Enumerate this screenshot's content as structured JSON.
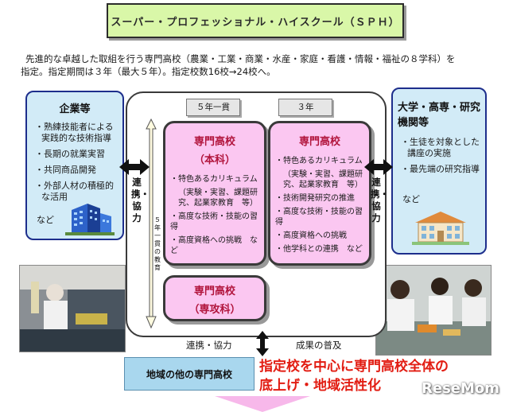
{
  "title": "スーパー・プロフェッショナル・ハイスクール（ＳＰＨ）",
  "intro": {
    "line1": "先進的な卓越した取組を行う専門高校（農業・工業・商業・水産・家庭・看護・情報・福祉の８学科）を",
    "line2": "指定。指定期間は３年（最大５年）。指定校数16校→24校へ。"
  },
  "left_box": {
    "title": "企業等",
    "items": [
      "・熟練技能者による実践的な技術指導",
      "・長期の就業実習",
      "・共同商品開発",
      "・外部人材の積極的な活用"
    ],
    "etc": "など"
  },
  "right_box": {
    "title": "大学・高専・研究機関等",
    "items": [
      "・生徒を対象とした講座の実施",
      "・最先端の研究指導"
    ],
    "etc": "など"
  },
  "tags": {
    "five_year": "５年一貫",
    "three_year": "３年"
  },
  "school_main": {
    "title": "専門高校",
    "subtitle": "（本科）",
    "items": [
      "・特色あるカリキュラム",
      "（実験・実習、課題研究、起業家教育　等）",
      "・高度な技術・技能の習得",
      "・高度資格への挑戦　など"
    ]
  },
  "school_three": {
    "title": "専門高校",
    "items": [
      "・特色あるカリキュラム",
      "（実験・実習、課題研究、起業家教育　等）",
      "・技術開発研究の推進",
      "・高度な技術・技能の習得",
      "・高度資格への挑戦",
      "・他学科との連携　など"
    ]
  },
  "school_advanced": {
    "title": "専門高校",
    "subtitle": "（専攻科）"
  },
  "labels": {
    "left_link": "連携・協力",
    "right_link": "連携・協力",
    "five_year_edu": "５年一貫の教育",
    "bottom_left": "連携・協力",
    "bottom_right": "成果の普及"
  },
  "bottom_box": "地域の他の専門高校",
  "slogan": {
    "line1": "指定校を中心に専門高校全体の",
    "line2": "底上げ・地域活性化"
  },
  "watermark": "ReseMom",
  "colors": {
    "title_bg": "#d9f7a8",
    "side_bg": "#d2ebf7",
    "pink_bg": "#fbc7f1",
    "red": "#e21c12",
    "bottom_bg": "#a9d7ee"
  }
}
